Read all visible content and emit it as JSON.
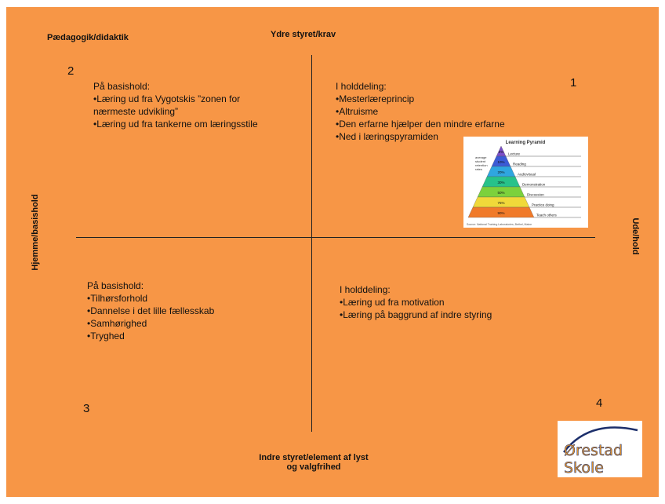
{
  "labels": {
    "top_left": "Pædagogik/didaktik",
    "top": "Ydre styret/krav",
    "bottom_line1": "Indre styret/element af lyst",
    "bottom_line2": "og valgfrihed",
    "left": "Hjemme/basishold",
    "right": "Ude/hold"
  },
  "quadrants": {
    "q1": {
      "number": "1",
      "heading": "I holddeling:",
      "items": [
        "•Mesterlæreprincip",
        "•Altruisme",
        "•Den erfarne hjælper den mindre erfarne",
        "•Ned i læringspyramiden"
      ]
    },
    "q2": {
      "number": "2",
      "heading": "På basishold:",
      "items": [
        "•Læring ud fra Vygotskis ”zonen for",
        "nærmeste udvikling”",
        "•Læring ud fra tankerne om læringsstile"
      ]
    },
    "q3": {
      "number": "3",
      "heading": "På basishold:",
      "items": [
        "•Tilhørsforhold",
        "•Dannelse i det lille fællesskab",
        "•Samhørighed",
        "•Tryghed"
      ]
    },
    "q4": {
      "number": "4",
      "heading": "I holddeling:",
      "items": [
        "•Læring ud fra motivation",
        "•Læring på baggrund af indre styring"
      ]
    }
  },
  "pyramid": {
    "title": "Learning Pyramid",
    "side_label": [
      "average",
      "student",
      "retention",
      "rates"
    ],
    "source": "Source: National Training Laboratories, Bethel, Maine",
    "levels": [
      {
        "pct": "5%",
        "label": "Lecture",
        "color": "#7b4fc9"
      },
      {
        "pct": "10%",
        "label": "Reading",
        "color": "#3b5bd6"
      },
      {
        "pct": "20%",
        "label": "Audiovisual",
        "color": "#2fa6e0"
      },
      {
        "pct": "30%",
        "label": "Demonstration",
        "color": "#27c28a"
      },
      {
        "pct": "50%",
        "label": "Discussion",
        "color": "#7cd13c"
      },
      {
        "pct": "75%",
        "label": "Practice doing",
        "color": "#f0d93a"
      },
      {
        "pct": "90%",
        "label": "Teach others",
        "color": "#f07a2a"
      }
    ]
  },
  "logo": {
    "line1": "Ørestad",
    "line2": "Skole"
  }
}
